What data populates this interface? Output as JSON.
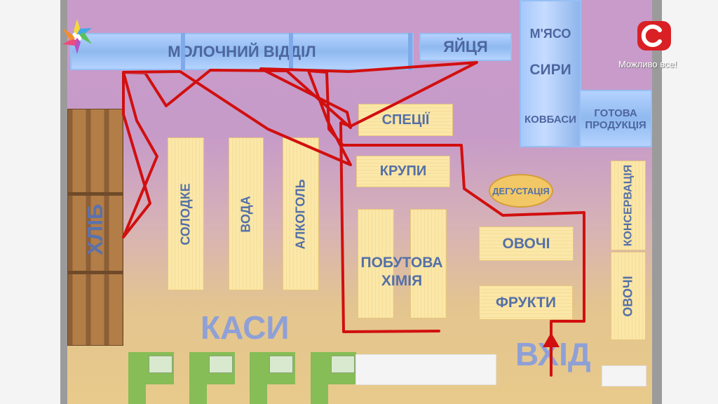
{
  "overlay": {
    "channel_tagline": "Можливо все!"
  },
  "sections": {
    "dairy": "МОЛОЧНИЙ ВІДДІЛ",
    "eggs": "ЯЙЦЯ",
    "meat": "М'ЯСО",
    "cheese": "СИРИ",
    "sausages": "КОВБАСИ",
    "ready_food_line1": "ГОТОВА",
    "ready_food_line2": "ПРОДУКЦІЯ",
    "spices": "СПЕЦІЇ",
    "groats": "КРУПИ",
    "tasting": "ДЕГУСТАЦІЯ",
    "bread": "ХЛІБ",
    "sweets": "СОЛОДКЕ",
    "water": "ВОДА",
    "alcohol": "АЛКОГОЛЬ",
    "household_line1": "ПОБУТОВА",
    "household_line2": "ХІМІЯ",
    "vegetables_1": "ОВОЧІ",
    "fruits": "ФРУКТИ",
    "preserves": "КОНСЕРВАЦІЯ",
    "vegetables_2": "ОВОЧІ",
    "checkout": "КАСИ",
    "entrance": "ВХІД"
  },
  "colors": {
    "route": "#d10f0f",
    "floor_top": "#c89bcb",
    "floor_bottom": "#e8ca8c",
    "yellow_shelf": "#fbe7a7",
    "blue_shelf": "#a9cbfb",
    "label_blue": "#5470a7",
    "checkout_green": "#86bd56"
  },
  "icons": {
    "left_logo": "flower-logo-icon",
    "right_logo": "channel-logo-icon",
    "route_arrow": "arrow-up-icon"
  }
}
